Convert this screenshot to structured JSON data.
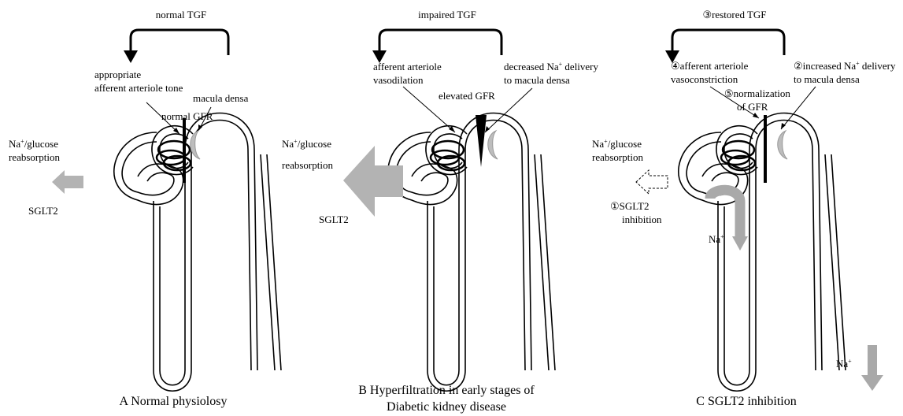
{
  "colors": {
    "stroke": "#000000",
    "arrow_fill": "#b3b3b3",
    "densa_fill": "#bdbdbd",
    "background": "#ffffff"
  },
  "panelA": {
    "tgf": "normal TGF",
    "tone_1": "appropriate",
    "tone_2": "afferent arteriole tone",
    "densa": "macula densa",
    "gfr": "normal GFR",
    "reabs_1": "/glucose",
    "reabs_2": "reabsorption",
    "sglt2": "SGLT2",
    "caption": "A Normal physiolosy"
  },
  "panelB": {
    "tgf": "impaired TGF",
    "aff_1": "afferent arteriole",
    "aff_2": "vasodilation",
    "dec_1": "decreased Na",
    "dec_1b": " delivery",
    "dec_2": "to macula densa",
    "gfr": "elevated GFR",
    "reabs_1": "/glucose",
    "reabs_2": "reabsorption",
    "sglt2": "SGLT2",
    "caption_1": "B Hyperfiltration in early stages of",
    "caption_2": "Diabetic kidney disease"
  },
  "panelC": {
    "tgf": "③restored TGF",
    "aff_1": "④afferent arteriole",
    "aff_2": "vasoconstriction",
    "inc_1": "②increased Na",
    "inc_1b": " delivery",
    "inc_2": "to macula densa",
    "gfr_1": "⑤normalization",
    "gfr_2": "of GFR",
    "reabs_1": "/glucose",
    "reabs_2": "reabsorption",
    "inh_1": "①SGLT2",
    "inh_2": "inhibition",
    "caption": "C SGLT2 inhibition"
  },
  "common": {
    "na": "Na",
    "plus": "+"
  }
}
